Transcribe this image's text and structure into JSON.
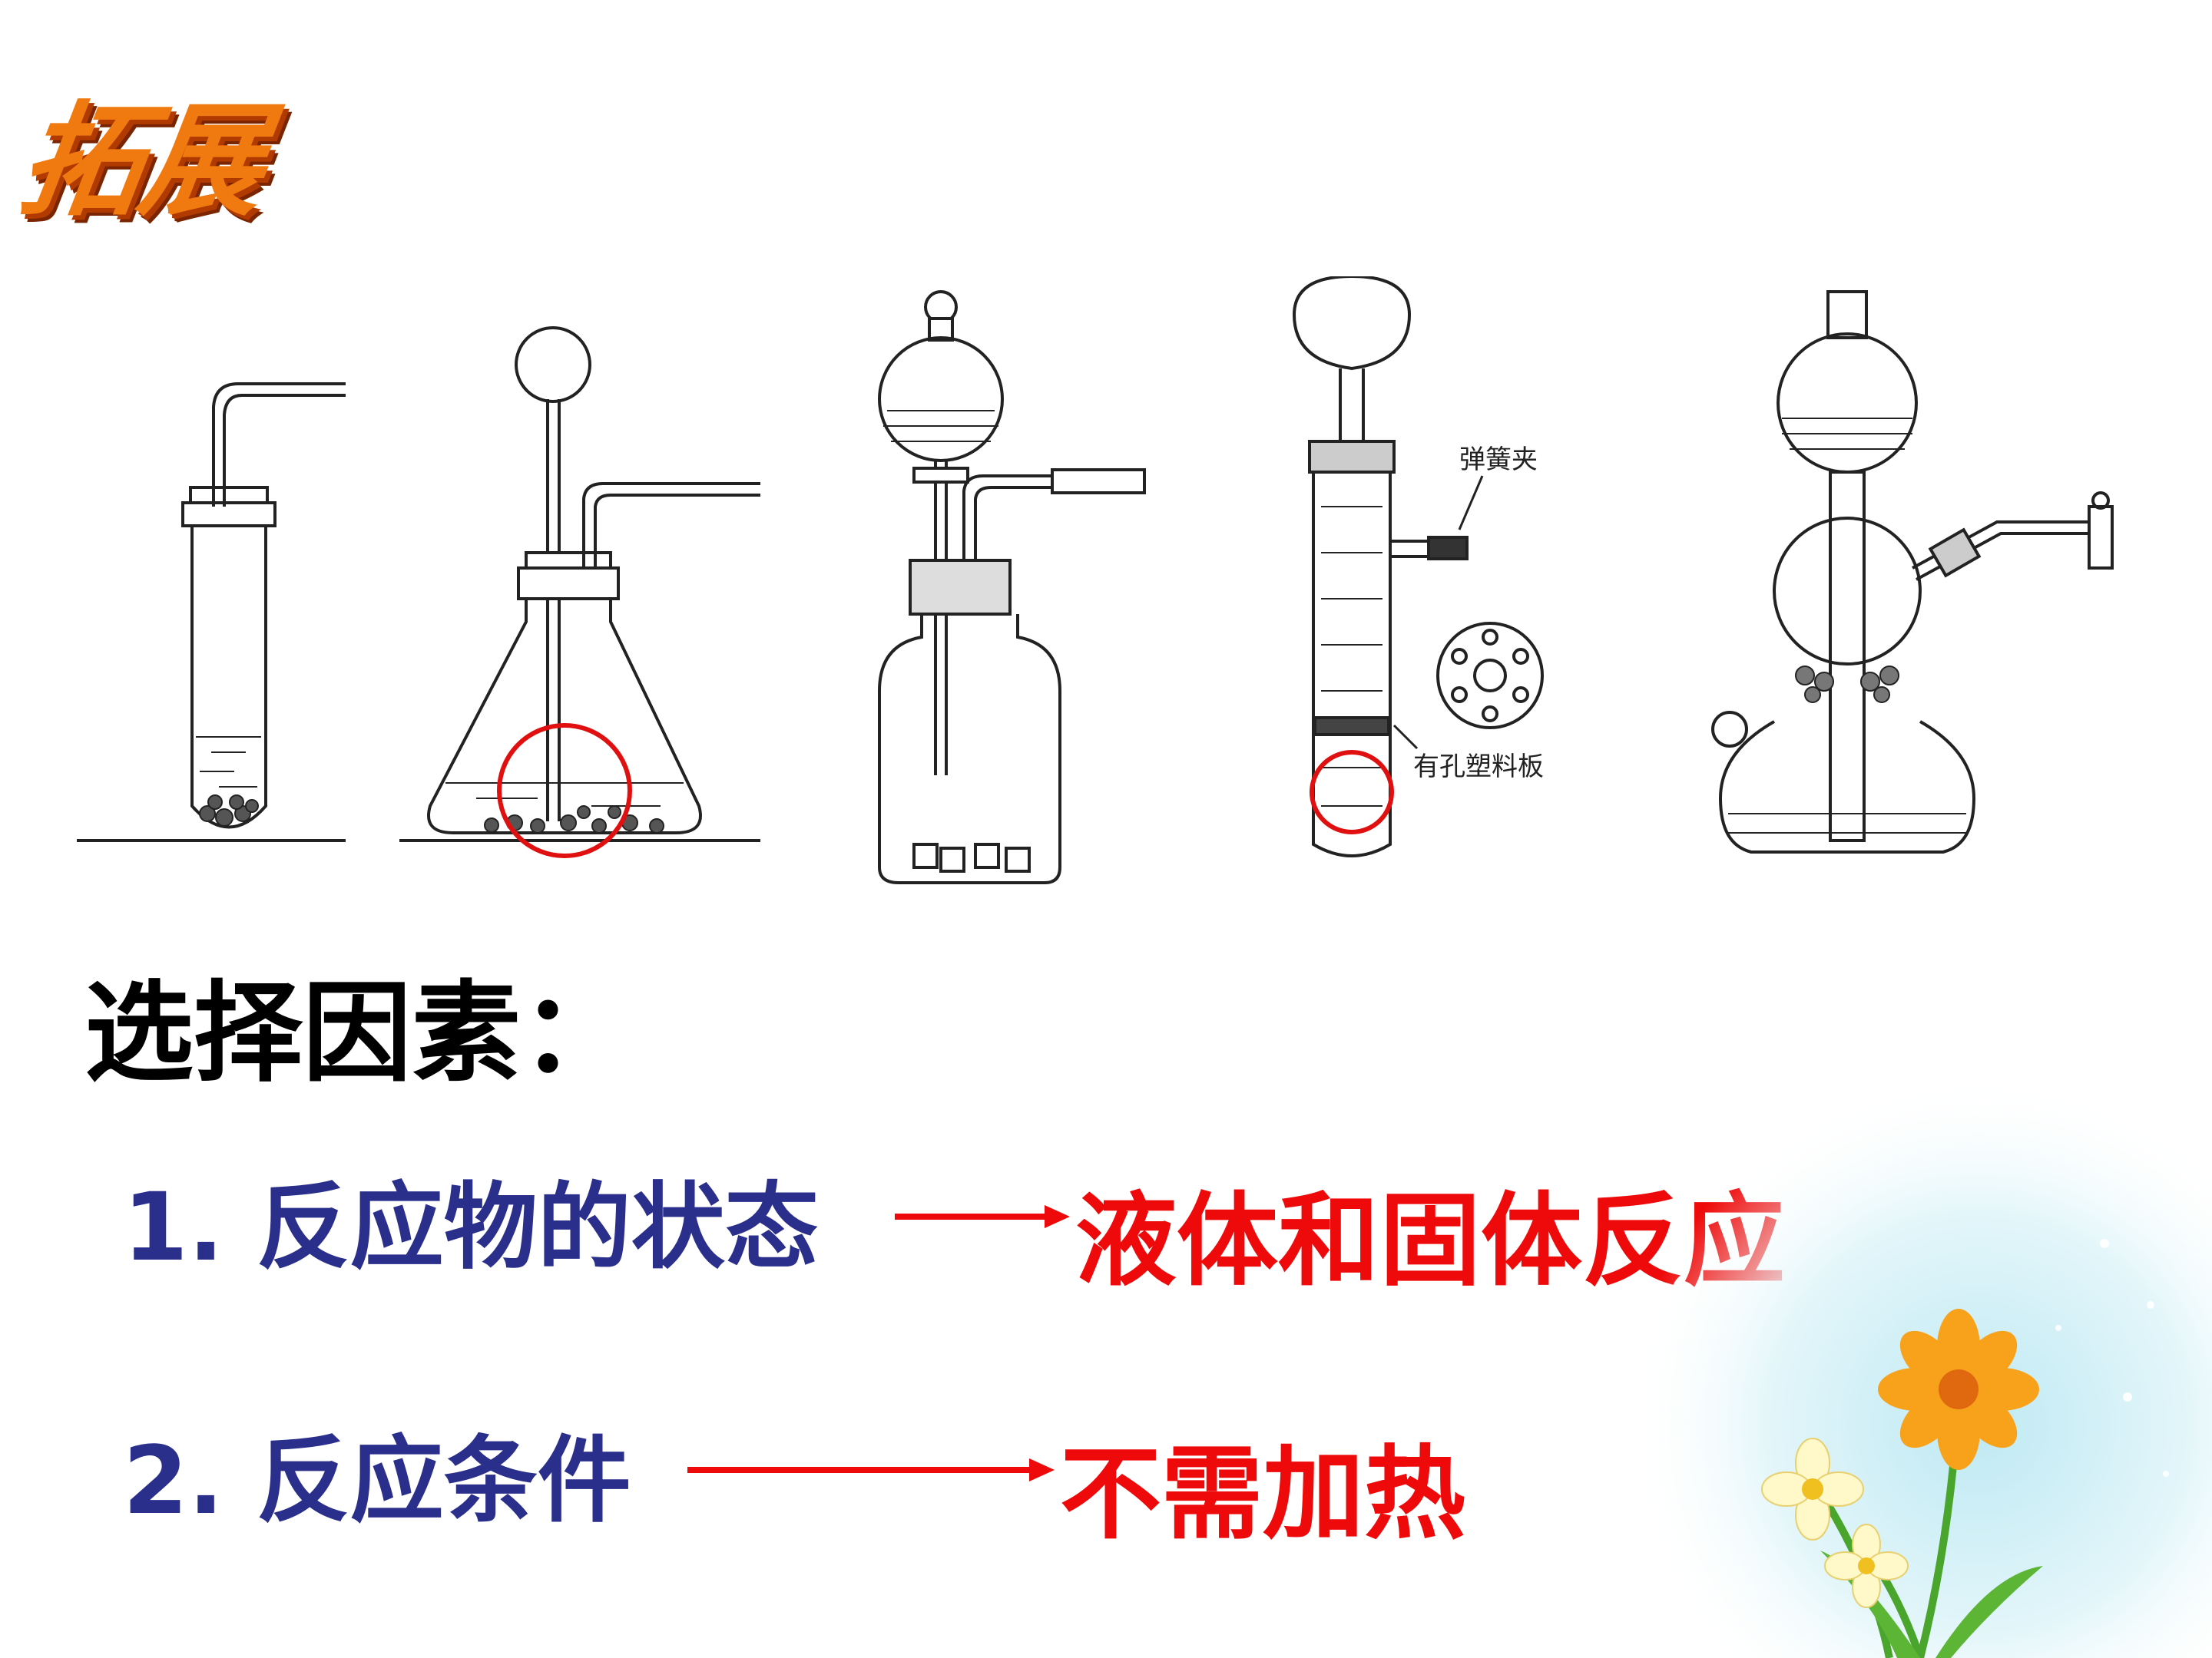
{
  "title": "拓展",
  "labels": {
    "spring_clip": "弹簧夹",
    "perforated_plate": "有孔塑料板"
  },
  "heading": "选择因素：",
  "factors": [
    {
      "label": "1. 反应物的状态",
      "result": "液体和固体反应"
    },
    {
      "label": "2. 反应条件",
      "result": "不需加热"
    }
  ],
  "colors": {
    "title": "#f07a10",
    "factor_text": "#2b2f8c",
    "result_text": "#ee0a0a",
    "highlight_circle": "#e01010"
  }
}
